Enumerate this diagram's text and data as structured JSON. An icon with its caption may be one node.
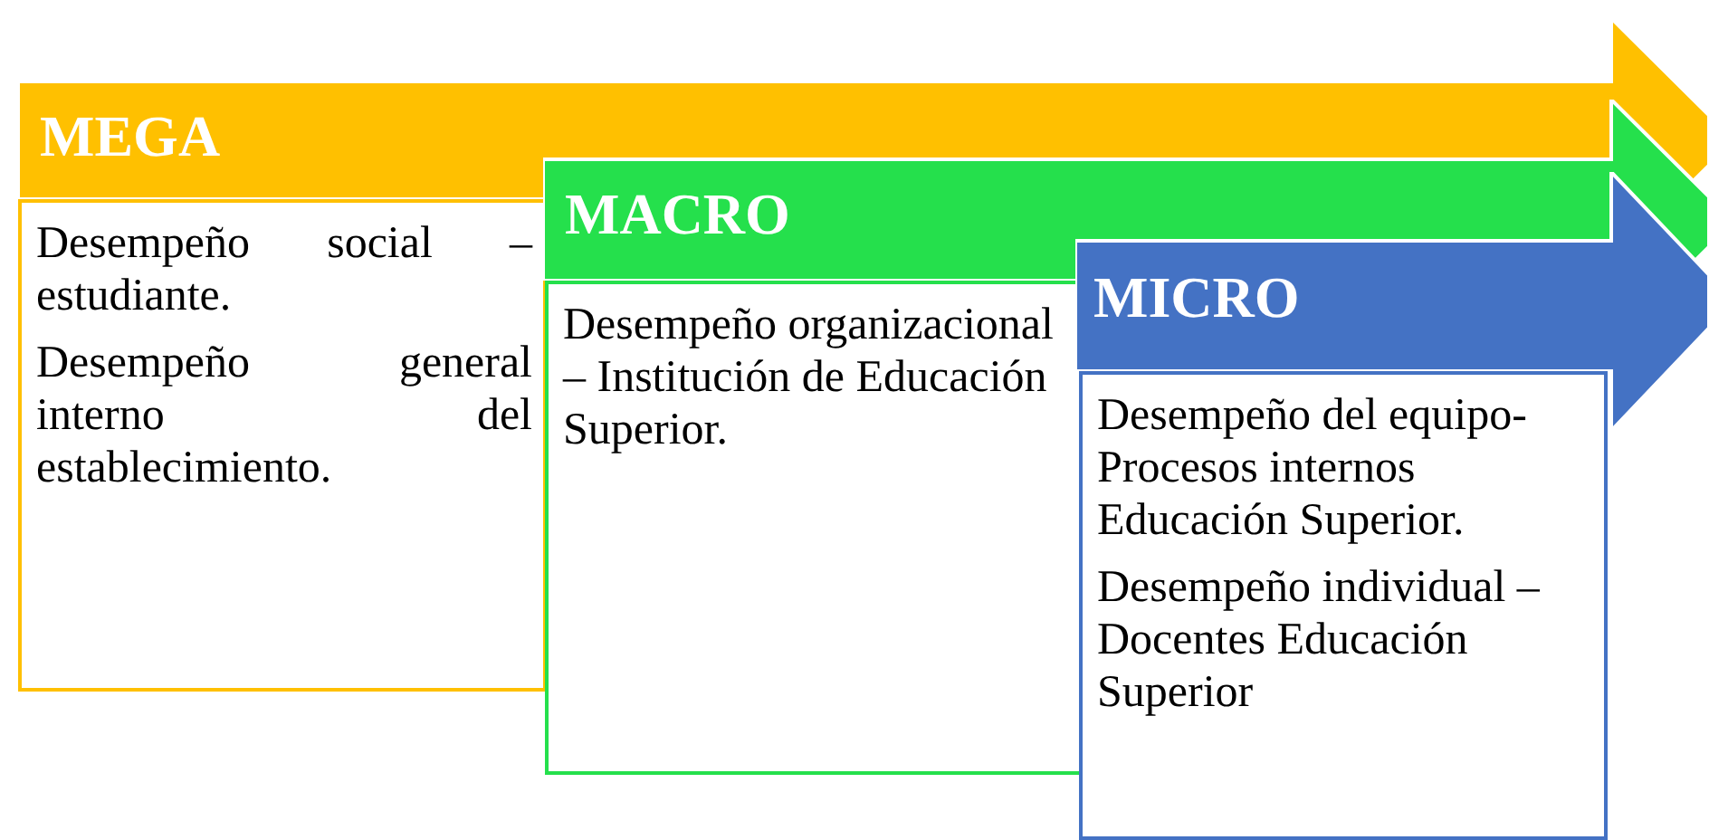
{
  "diagram": {
    "nodes": [
      {
        "text": [
          "MEGA"
        ]
      },
      {
        "text": [
          "Desempeño social – estudiante.",
          "Desempeño general interno del establecimiento."
        ]
      },
      {
        "text": [
          "MACRO"
        ]
      },
      {
        "text": [
          "Desempeño organizacional – Institución de Educación Superior."
        ]
      },
      {
        "text": [
          "MICRO"
        ]
      },
      {
        "text": [
          "Desempeño del equipo- Procesos internos Educación Superior.",
          "Desempeño individual – Docentes Educación Superior"
        ]
      }
    ]
  }
}
